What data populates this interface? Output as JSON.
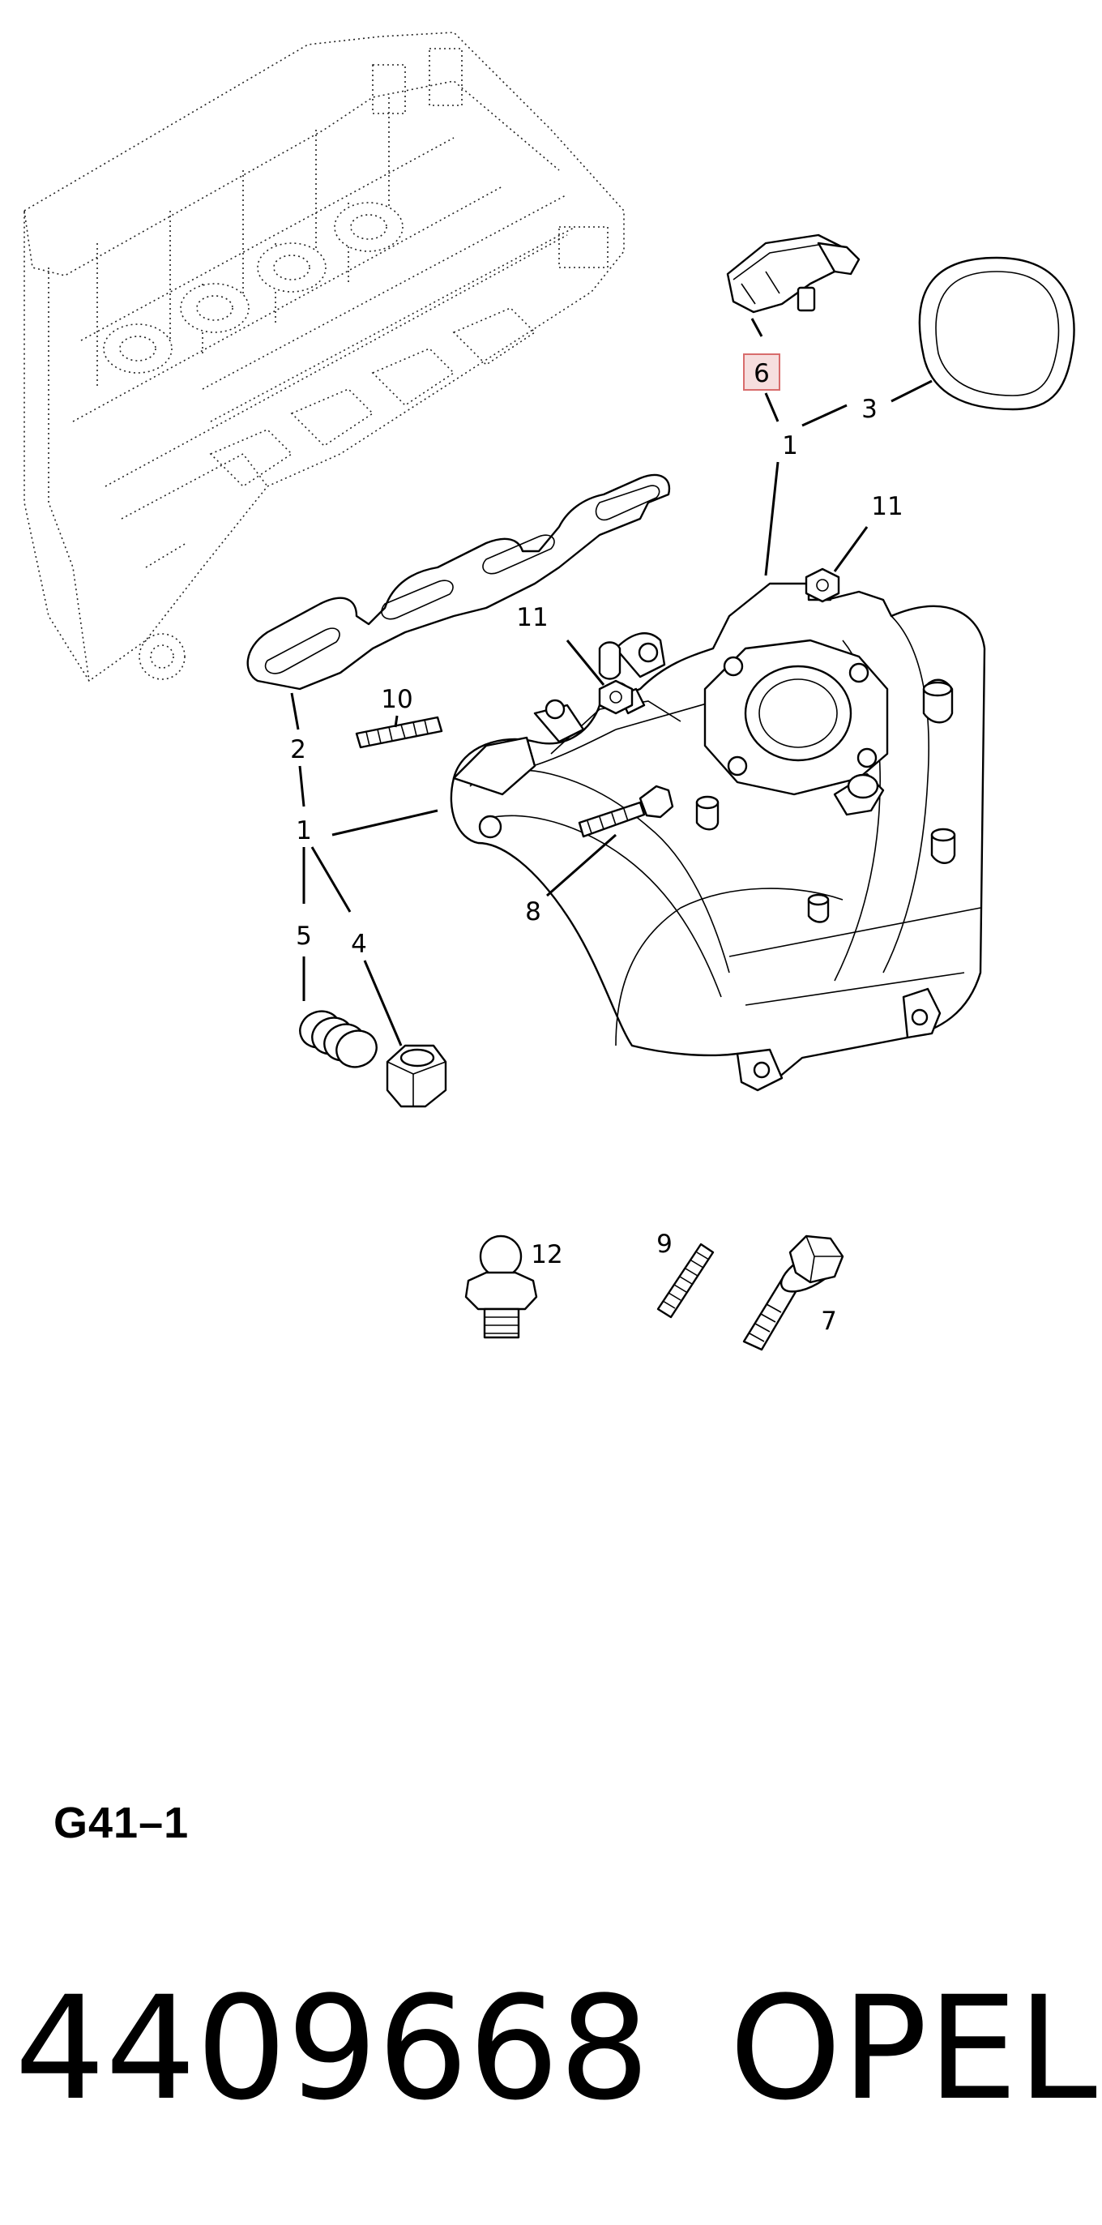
{
  "diagram": {
    "figure_code": "G41–1",
    "callouts": {
      "c1a": "1",
      "c1b": "1",
      "c2": "2",
      "c3": "3",
      "c4": "4",
      "c5": "5",
      "c6": "6",
      "c7": "7",
      "c8": "8",
      "c9": "9",
      "c10": "10",
      "c11a": "11",
      "c11b": "11",
      "c12": "12"
    }
  },
  "footer": {
    "part_number": "4409668",
    "brand": "OPEL"
  }
}
